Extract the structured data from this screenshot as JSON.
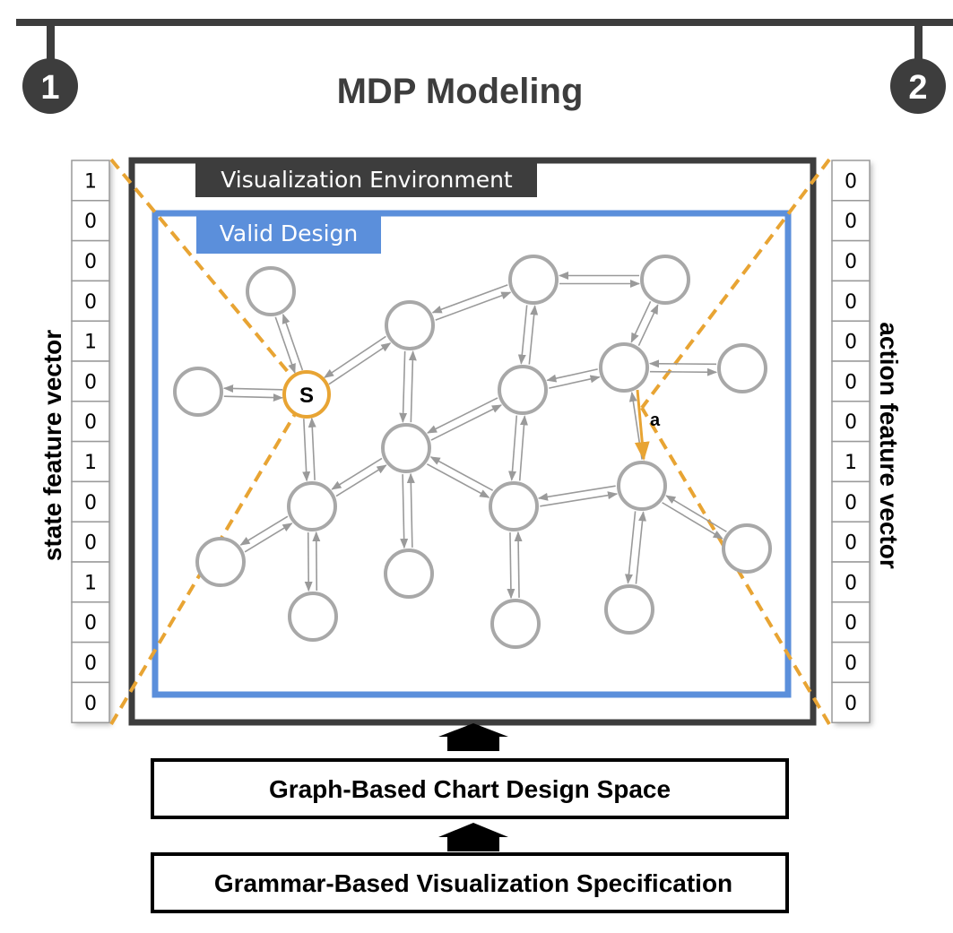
{
  "header": {
    "title": "MDP Modeling",
    "step_left": "1",
    "step_right": "2"
  },
  "environment": {
    "label": "Visualization Environment",
    "valid_label": "Valid Design"
  },
  "graph": {
    "state_label": "S",
    "action_label": "a"
  },
  "state_vector": {
    "label": "state feature vector",
    "values": [
      "1",
      "0",
      "0",
      "0",
      "1",
      "0",
      "0",
      "1",
      "0",
      "0",
      "1",
      "0",
      "0",
      "0"
    ]
  },
  "action_vector": {
    "label": "action feature vector",
    "values": [
      "0",
      "0",
      "0",
      "0",
      "0",
      "0",
      "0",
      "1",
      "0",
      "0",
      "0",
      "0",
      "0",
      "0"
    ]
  },
  "pipeline": {
    "graph_space": "Graph-Based Chart Design Space",
    "grammar_spec": "Grammar-Based Visualization Specification"
  },
  "colors": {
    "dark": "#3d3d3d",
    "blue": "#5b8fdb",
    "orange": "#e8a433",
    "node": "#a8a8a8"
  }
}
